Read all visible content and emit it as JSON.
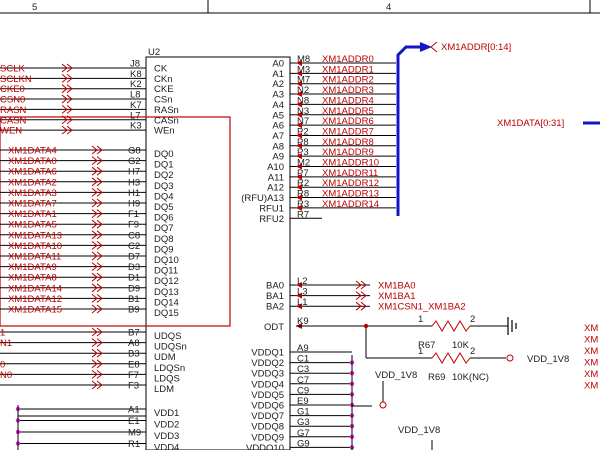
{
  "border": {
    "left_zone": "5",
    "right_zone": "4"
  },
  "chip": {
    "ref": "U2",
    "left_top_pins": [
      {
        "num": "J8",
        "name": "CK",
        "net": "SCLK"
      },
      {
        "num": "K8",
        "name": "CKn",
        "net": "SCLKN"
      },
      {
        "num": "K2",
        "name": "CKE",
        "net": "CKE0"
      },
      {
        "num": "L8",
        "name": "CSn",
        "net": "CSN0"
      },
      {
        "num": "K7",
        "name": "RASn",
        "net": "RASN"
      },
      {
        "num": "L7",
        "name": "CASn",
        "net": "CASN"
      },
      {
        "num": "K3",
        "name": "WEn",
        "net": "WEN"
      }
    ],
    "dq_pins": [
      {
        "num": "G8",
        "name": "DQ0",
        "net": "XM1DATA4"
      },
      {
        "num": "G2",
        "name": "DQ1",
        "net": "XM1DATA0"
      },
      {
        "num": "H7",
        "name": "DQ2",
        "net": "XM1DATA6"
      },
      {
        "num": "H3",
        "name": "DQ3",
        "net": "XM1DATA2"
      },
      {
        "num": "H1",
        "name": "DQ4",
        "net": "XM1DATA3"
      },
      {
        "num": "H9",
        "name": "DQ5",
        "net": "XM1DATA7"
      },
      {
        "num": "F1",
        "name": "DQ6",
        "net": "XM1DATA1"
      },
      {
        "num": "F9",
        "name": "DQ7",
        "net": "XM1DATA5"
      },
      {
        "num": "C8",
        "name": "DQ8",
        "net": "XM1DATA13"
      },
      {
        "num": "C2",
        "name": "DQ9",
        "net": "XM1DATA10"
      },
      {
        "num": "D7",
        "name": "DQ10",
        "net": "XM1DATA11"
      },
      {
        "num": "D3",
        "name": "DQ11",
        "net": "XM1DATA9"
      },
      {
        "num": "D1",
        "name": "DQ12",
        "net": "XM1DATA8"
      },
      {
        "num": "D9",
        "name": "DQ13",
        "net": "XM1DATA14"
      },
      {
        "num": "B1",
        "name": "DQ14",
        "net": "XM1DATA12"
      },
      {
        "num": "B9",
        "name": "DQ15",
        "net": "XM1DATA15"
      }
    ],
    "dqs_pins": [
      {
        "num": "B7",
        "name": "UDQS",
        "net": "1"
      },
      {
        "num": "A8",
        "name": "UDQSn",
        "net": "N1"
      },
      {
        "num": "B3",
        "name": "UDM",
        "net": ""
      },
      {
        "num": "E8",
        "name": "LDQSn",
        "net": "0"
      },
      {
        "num": "F7",
        "name": "LDQS",
        "net": "N0"
      },
      {
        "num": "F3",
        "name": "LDM",
        "net": ""
      }
    ],
    "vdd_pins": [
      {
        "num": "A1",
        "name": "VDD1"
      },
      {
        "num": "E1",
        "name": "VDD2"
      },
      {
        "num": "M9",
        "name": "VDD3"
      },
      {
        "num": "R1",
        "name": "VDD4"
      }
    ],
    "addr_pins": [
      {
        "num": "M8",
        "name": "A0",
        "net": "XM1ADDR0"
      },
      {
        "num": "M3",
        "name": "A1",
        "net": "XM1ADDR1"
      },
      {
        "num": "M7",
        "name": "A2",
        "net": "XM1ADDR2"
      },
      {
        "num": "N2",
        "name": "A3",
        "net": "XM1ADDR3"
      },
      {
        "num": "N8",
        "name": "A4",
        "net": "XM1ADDR4"
      },
      {
        "num": "N3",
        "name": "A5",
        "net": "XM1ADDR5"
      },
      {
        "num": "N7",
        "name": "A6",
        "net": "XM1ADDR6"
      },
      {
        "num": "P2",
        "name": "A7",
        "net": "XM1ADDR7"
      },
      {
        "num": "P8",
        "name": "A8",
        "net": "XM1ADDR8"
      },
      {
        "num": "P3",
        "name": "A9",
        "net": "XM1ADDR9"
      },
      {
        "num": "M2",
        "name": "A10",
        "net": "XM1ADDR10"
      },
      {
        "num": "P7",
        "name": "A11",
        "net": "XM1ADDR11"
      },
      {
        "num": "R2",
        "name": "A12",
        "net": "XM1ADDR12"
      },
      {
        "num": "R8",
        "name": "(RFU)A13",
        "net": "XM1ADDR13"
      },
      {
        "num": "R3",
        "name": "RFU1",
        "net": "XM1ADDR14"
      },
      {
        "num": "R7",
        "name": "RFU2",
        "net": ""
      }
    ],
    "ba_pins": [
      {
        "num": "L2",
        "name": "BA0",
        "net": "XM1BA0"
      },
      {
        "num": "L3",
        "name": "BA1",
        "net": "XM1BA1"
      },
      {
        "num": "L1",
        "name": "BA2",
        "net": "XM1CSN1_XM1BA2"
      }
    ],
    "odt_pin": {
      "num": "K9",
      "name": "ODT"
    },
    "vddq_pins": [
      {
        "num": "A9",
        "name": "VDDQ1"
      },
      {
        "num": "C1",
        "name": "VDDQ2"
      },
      {
        "num": "C3",
        "name": "VDDQ3"
      },
      {
        "num": "C7",
        "name": "VDDQ4"
      },
      {
        "num": "C9",
        "name": "VDDQ5"
      },
      {
        "num": "E9",
        "name": "VDDQ6"
      },
      {
        "num": "G1",
        "name": "VDDQ7"
      },
      {
        "num": "G3",
        "name": "VDDQ8"
      },
      {
        "num": "G7",
        "name": "VDDQ9"
      },
      {
        "num": "G9",
        "name": "VDDQ10"
      }
    ]
  },
  "buses": {
    "addr": "XM1ADDR[0:14]",
    "data": "XM1DATA[0:31]"
  },
  "resistors": [
    {
      "ref": "R67",
      "value": "10K",
      "pin1": "1",
      "pin2": "2"
    },
    {
      "ref": "R69",
      "value": "10K(NC)",
      "pin1": "1",
      "pin2": "2"
    }
  ],
  "power": {
    "vdd_right": "VDD_1V8",
    "vdd_mid": "VDD_1V8",
    "vdd_bottom": "VDD_1V8"
  },
  "right_edge_labels": [
    "XM",
    "XM",
    "XM",
    "XM",
    "XM",
    "XM"
  ]
}
